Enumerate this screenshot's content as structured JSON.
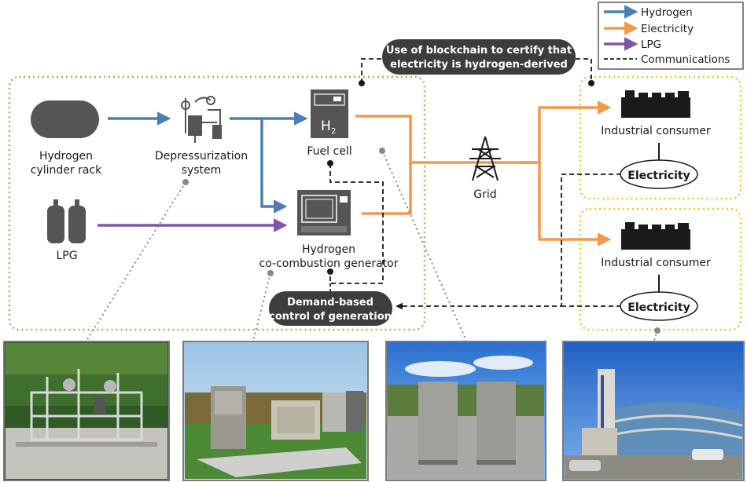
{
  "legend": {
    "items": [
      {
        "label": "Hydrogen",
        "color": "#4a7ebb"
      },
      {
        "label": "Electricity",
        "color": "#f39a4a"
      },
      {
        "label": "LPG",
        "color": "#7e58a6"
      },
      {
        "label": "Communications",
        "color": "#1a1a1a",
        "style": "dashed"
      }
    ]
  },
  "callouts": {
    "blockchain": {
      "line1": "Use of blockchain to certify that",
      "line2": "electricity is hydrogen-derived"
    },
    "demand": {
      "line1": "Demand-based",
      "line2": "control of generation"
    }
  },
  "nodes": {
    "hydrogen_rack": {
      "line1": "Hydrogen",
      "line2": "cylinder rack"
    },
    "depressurization": {
      "line1": "Depressurization",
      "line2": "system"
    },
    "fuel_cell": {
      "label": "Fuel cell",
      "symbol": "H",
      "subscript": "2"
    },
    "generator": {
      "line1": "Hydrogen",
      "line2": "co-combustion generator"
    },
    "lpg": {
      "label": "LPG"
    },
    "grid": {
      "label": "Grid"
    },
    "consumer_top": {
      "label": "Industrial consumer",
      "meter": "Electricity"
    },
    "consumer_bottom": {
      "label": "Industrial consumer",
      "meter": "Electricity"
    }
  },
  "colors": {
    "hydrogen": "#4a7ebb",
    "electricity": "#f39a4a",
    "lpg": "#7e58a6",
    "green_box": "#8fc04a",
    "yellow_box": "#f2c321",
    "pill": "#3d3d3d",
    "icon": "#555555"
  }
}
